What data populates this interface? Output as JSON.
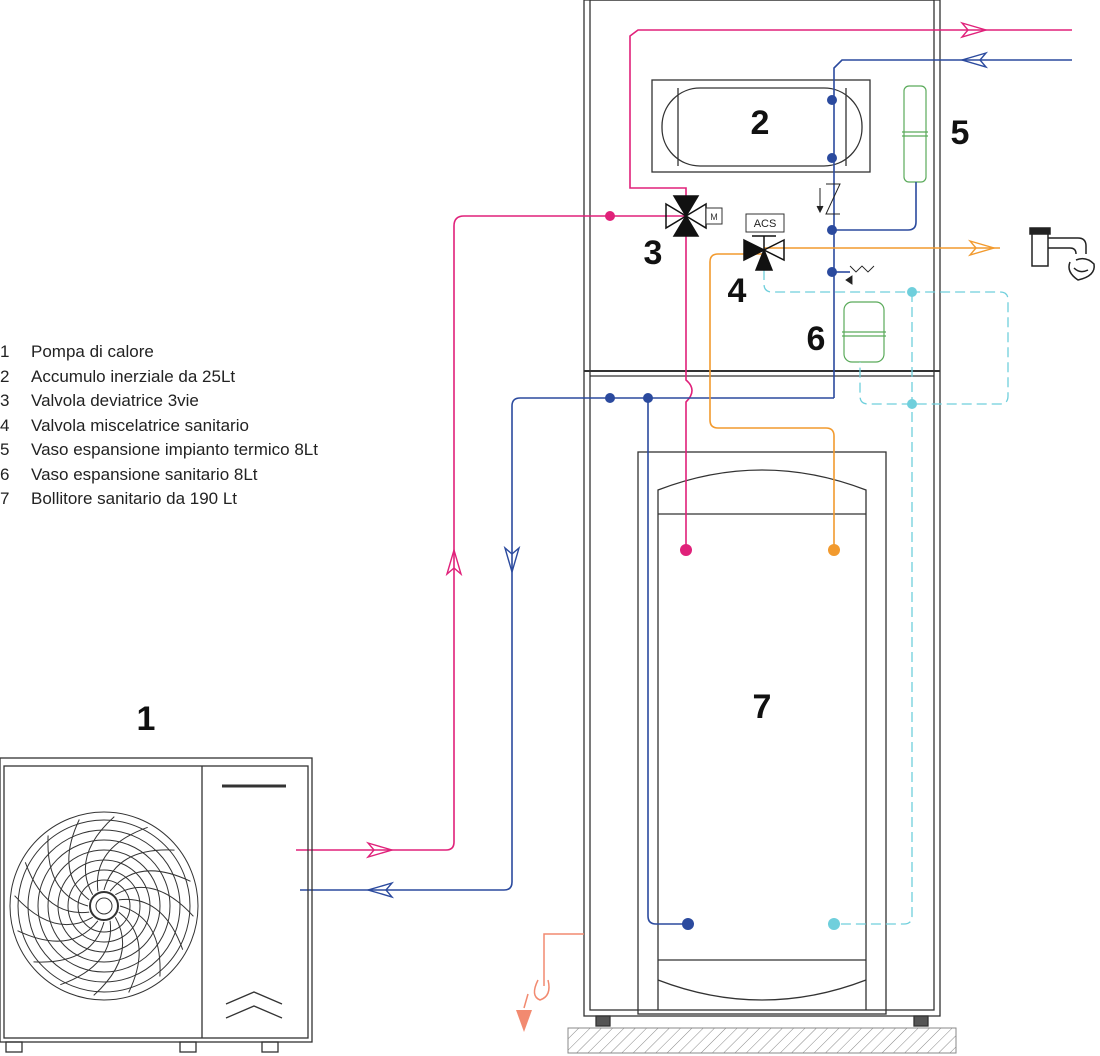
{
  "component_labels": {
    "heat_pump": "1",
    "buffer_tank": "2",
    "diverter_valve": "3",
    "mixing_valve": "4",
    "heating_expansion_vessel": "5",
    "dhw_expansion_vessel": "6",
    "dhw_cylinder": "7"
  },
  "acs_label": "ACS",
  "legend": [
    {
      "num": "1",
      "text": "Pompa di calore"
    },
    {
      "num": "2",
      "text": "Accumulo inerziale da 25Lt"
    },
    {
      "num": "3",
      "text": "Valvola deviatrice 3vie"
    },
    {
      "num": "4",
      "text": "Valvola miscelatrice sanitario"
    },
    {
      "num": "5",
      "text": "Vaso espansione impianto termico 8Lt"
    },
    {
      "num": "6",
      "text": "Vaso espansione sanitario 8Lt"
    },
    {
      "num": "7",
      "text": "Bollitore sanitario da 190 Lt"
    }
  ],
  "colors": {
    "flow": "#e0217a",
    "return": "#2b4a9e",
    "hot_water": "#f29a2e",
    "cold_water": "#6fcfdc",
    "drain": "#f28a70",
    "outline": "#333333",
    "vessel": "#5aaa5a"
  }
}
